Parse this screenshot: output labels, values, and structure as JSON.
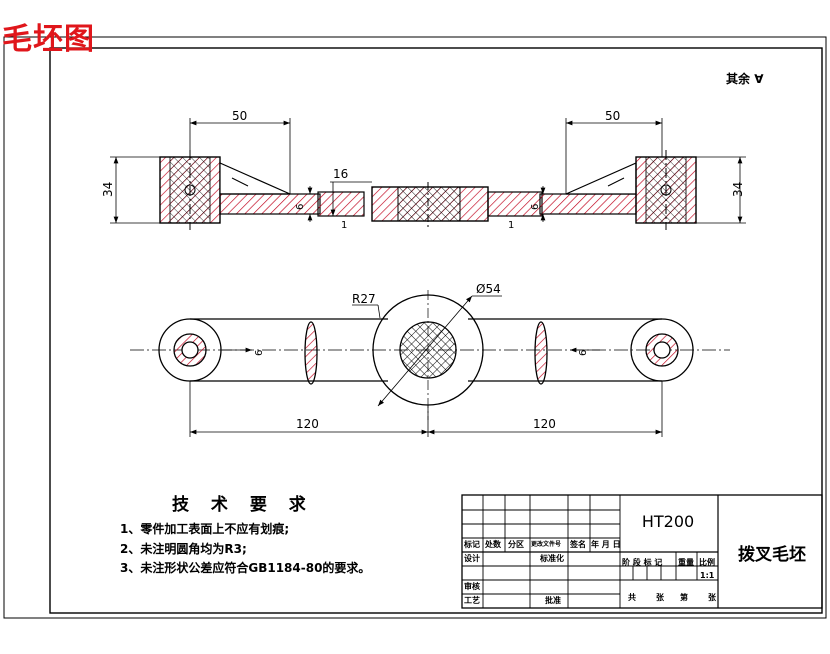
{
  "title_stamp": "毛坯图",
  "roughness_note": "其余",
  "roughness_symbol": "∀",
  "dimensions": {
    "left_width": "50",
    "right_width": "50",
    "left_height": "34",
    "right_height": "34",
    "hub_thickness": "16",
    "web_thickness_left": "6",
    "web_thickness_right": "6",
    "gap_left": "1",
    "gap_right": "1",
    "hub_radius": "R27",
    "bore_diameter": "Ø54",
    "rib_left": "6",
    "rib_right": "6",
    "span_left": "120",
    "span_right": "120"
  },
  "tech_requirements": {
    "heading": "技 术 要 求",
    "items": [
      "1、零件加工表面上不应有划痕;",
      "2、未注明圆角均为R3;",
      "3、未注形状公差应符合GB1184-80的要求。"
    ]
  },
  "title_block": {
    "material": "HT200",
    "part_name": "拨叉毛坯",
    "scale": "1:1",
    "labels": {
      "mark": "标记",
      "count": "处数",
      "zone": "分区",
      "change_doc": "更改文件号",
      "signature": "签名",
      "date": "年 月 日",
      "design": "设计",
      "standardize": "标准化",
      "stage_mark": "阶 段 标 记",
      "weight": "重量",
      "ratio": "比例",
      "review": "审核",
      "process": "工艺",
      "approve": "批准",
      "total": "共",
      "sheets": "张",
      "nth": "第",
      "sheet": "张"
    }
  }
}
